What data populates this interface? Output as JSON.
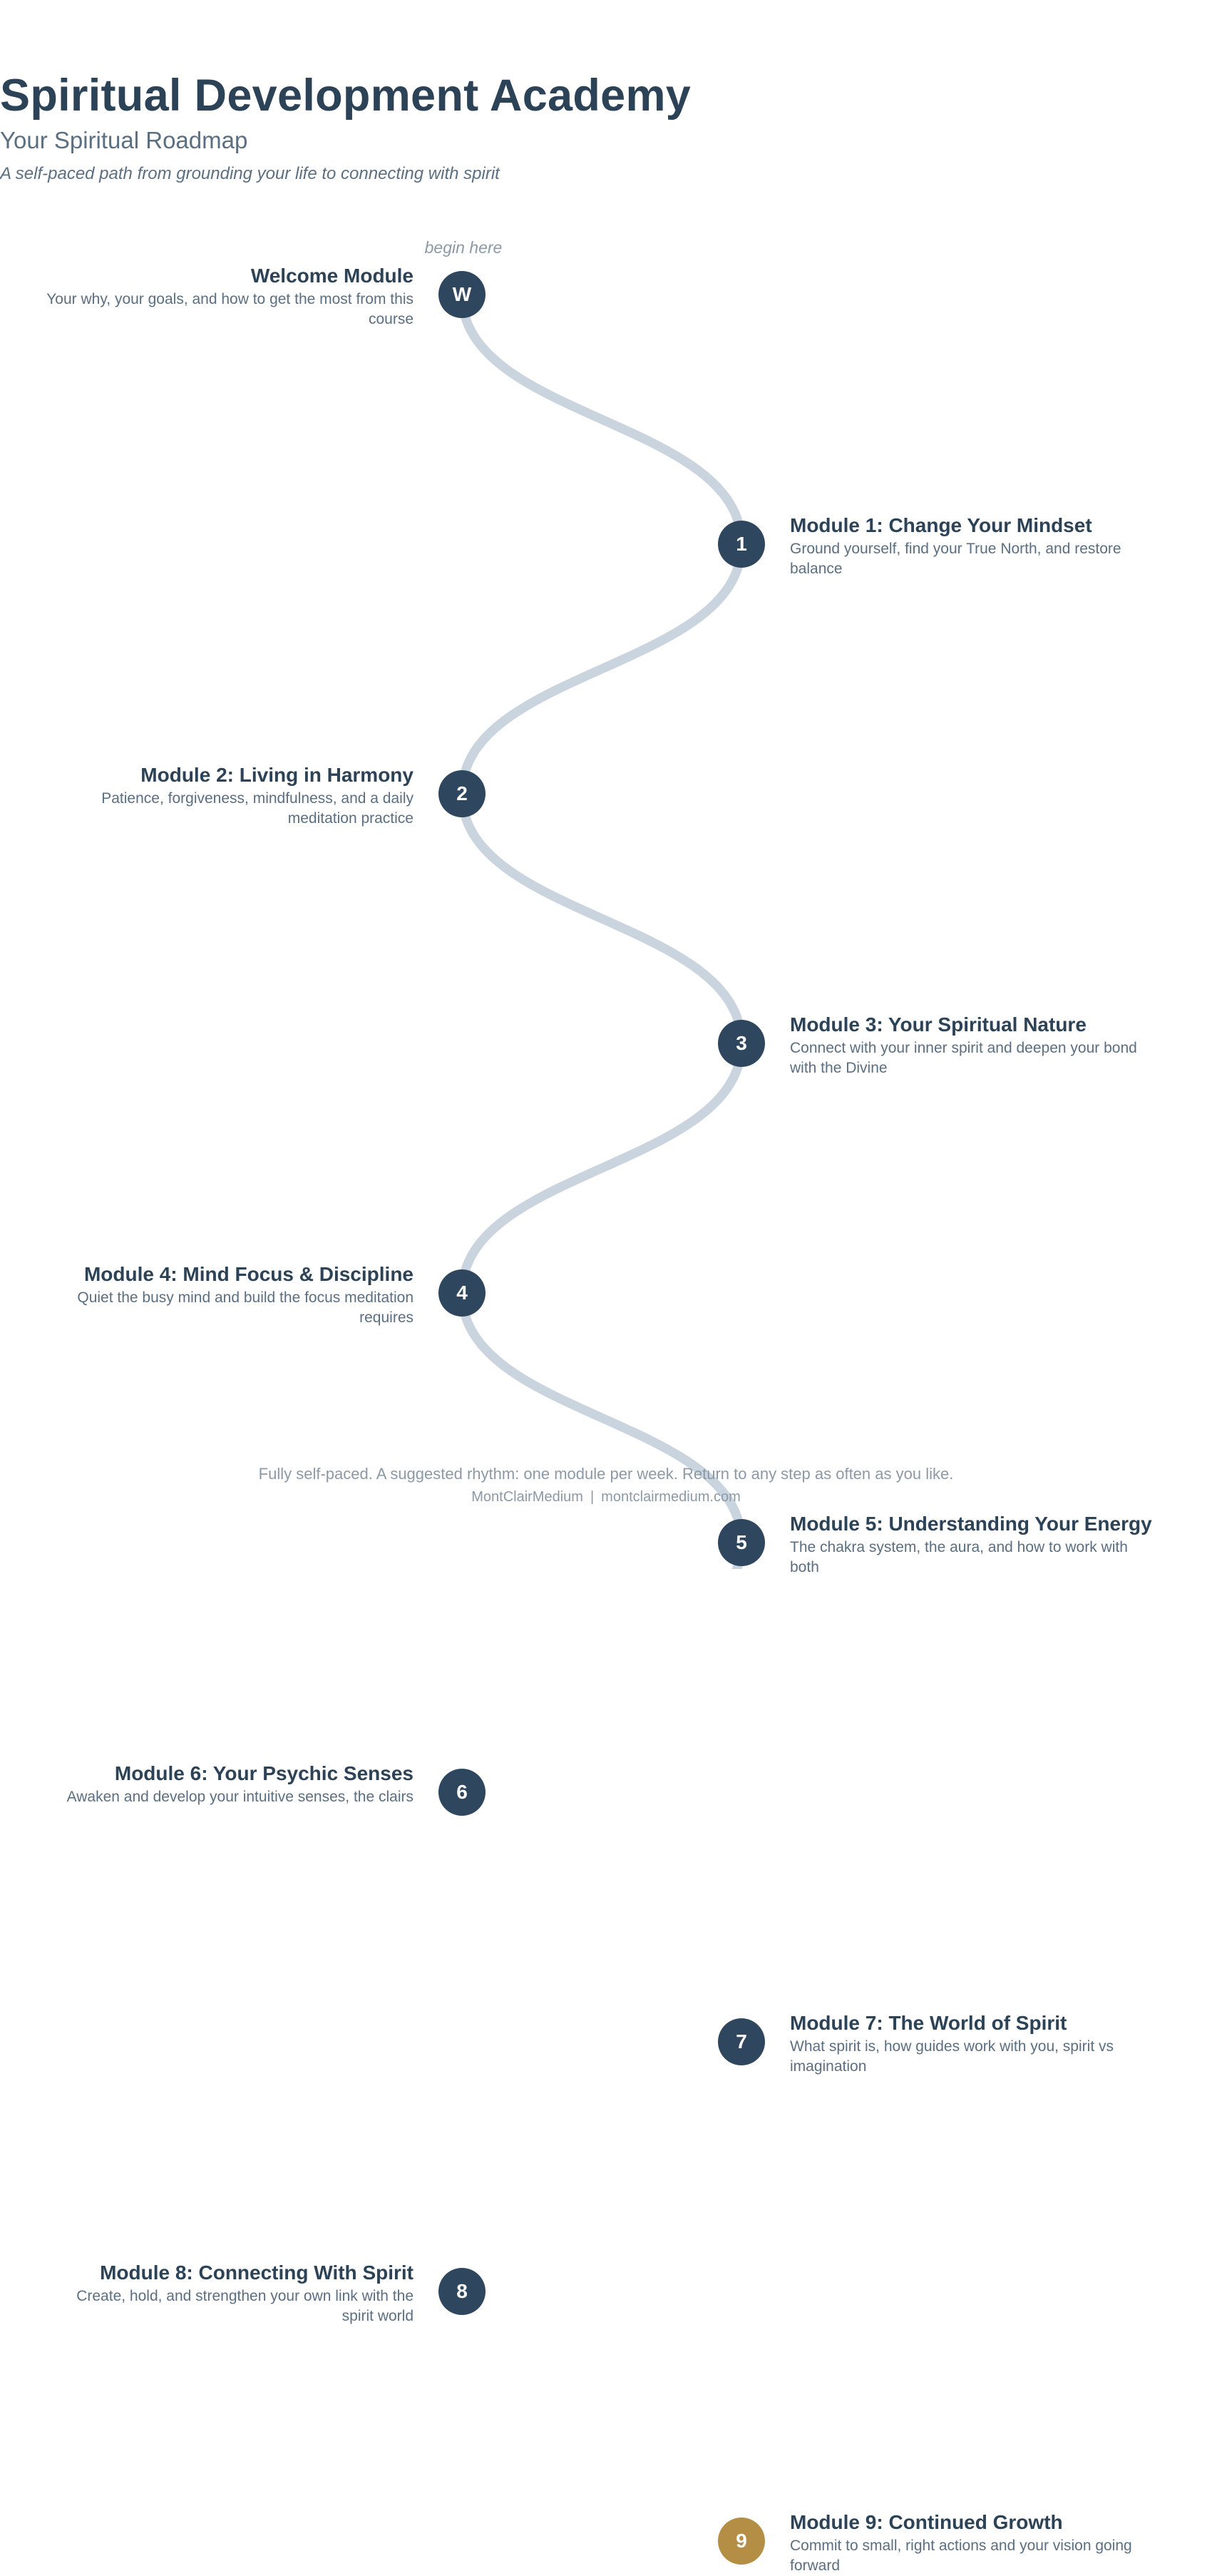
{
  "header": {
    "title": "Spiritual Development Academy",
    "subtitle": "Your Spiritual Roadmap",
    "tagline": "A self-paced path from grounding your life to connecting with spirit"
  },
  "start_label": "begin here",
  "modules": [
    {
      "badge": "W",
      "title": "Welcome Module",
      "desc": "Your why, your goals, and how to get the most from this course",
      "side": "left"
    },
    {
      "badge": "1",
      "title": "Module 1: Change Your Mindset",
      "desc": "Ground yourself, find your True North, and restore balance",
      "side": "right"
    },
    {
      "badge": "2",
      "title": "Module 2: Living in Harmony",
      "desc": "Patience, forgiveness, mindfulness, and a daily meditation practice",
      "side": "left"
    },
    {
      "badge": "3",
      "title": "Module 3: Your Spiritual Nature",
      "desc": "Connect with your inner spirit and deepen your bond with the Divine",
      "side": "right"
    },
    {
      "badge": "4",
      "title": "Module 4: Mind Focus & Discipline",
      "desc": "Quiet the busy mind and build the focus meditation requires",
      "side": "left"
    },
    {
      "badge": "5",
      "title": "Module 5: Understanding Your Energy",
      "desc": "The chakra system, the aura, and how to work with both",
      "side": "right"
    },
    {
      "badge": "6",
      "title": "Module 6: Your Psychic Senses",
      "desc": "Awaken and develop your intuitive senses, the clairs",
      "side": "left"
    },
    {
      "badge": "7",
      "title": "Module 7: The World of Spirit",
      "desc": "What spirit is, how guides work with you, spirit vs imagination",
      "side": "right"
    },
    {
      "badge": "8",
      "title": "Module 8: Connecting With Spirit",
      "desc": "Create, hold, and strengthen your own link with the spirit world",
      "side": "left"
    },
    {
      "badge": "9",
      "title": "Module 9: Continued Growth",
      "desc": "Commit to small, right actions and your vision going forward",
      "side": "right",
      "final": true
    }
  ],
  "colors": {
    "node": "#2e475e",
    "final_node": "#b58e46",
    "path": "#c9d4de",
    "title_text": "#2b4257",
    "body_text": "#5b6f82"
  },
  "footer": {
    "note": "Fully self-paced. A suggested rhythm: one module per week. Return to any step as often as you like.",
    "brand": "MontClairMedium",
    "separator": "|",
    "site": "montclairmedium.com"
  }
}
